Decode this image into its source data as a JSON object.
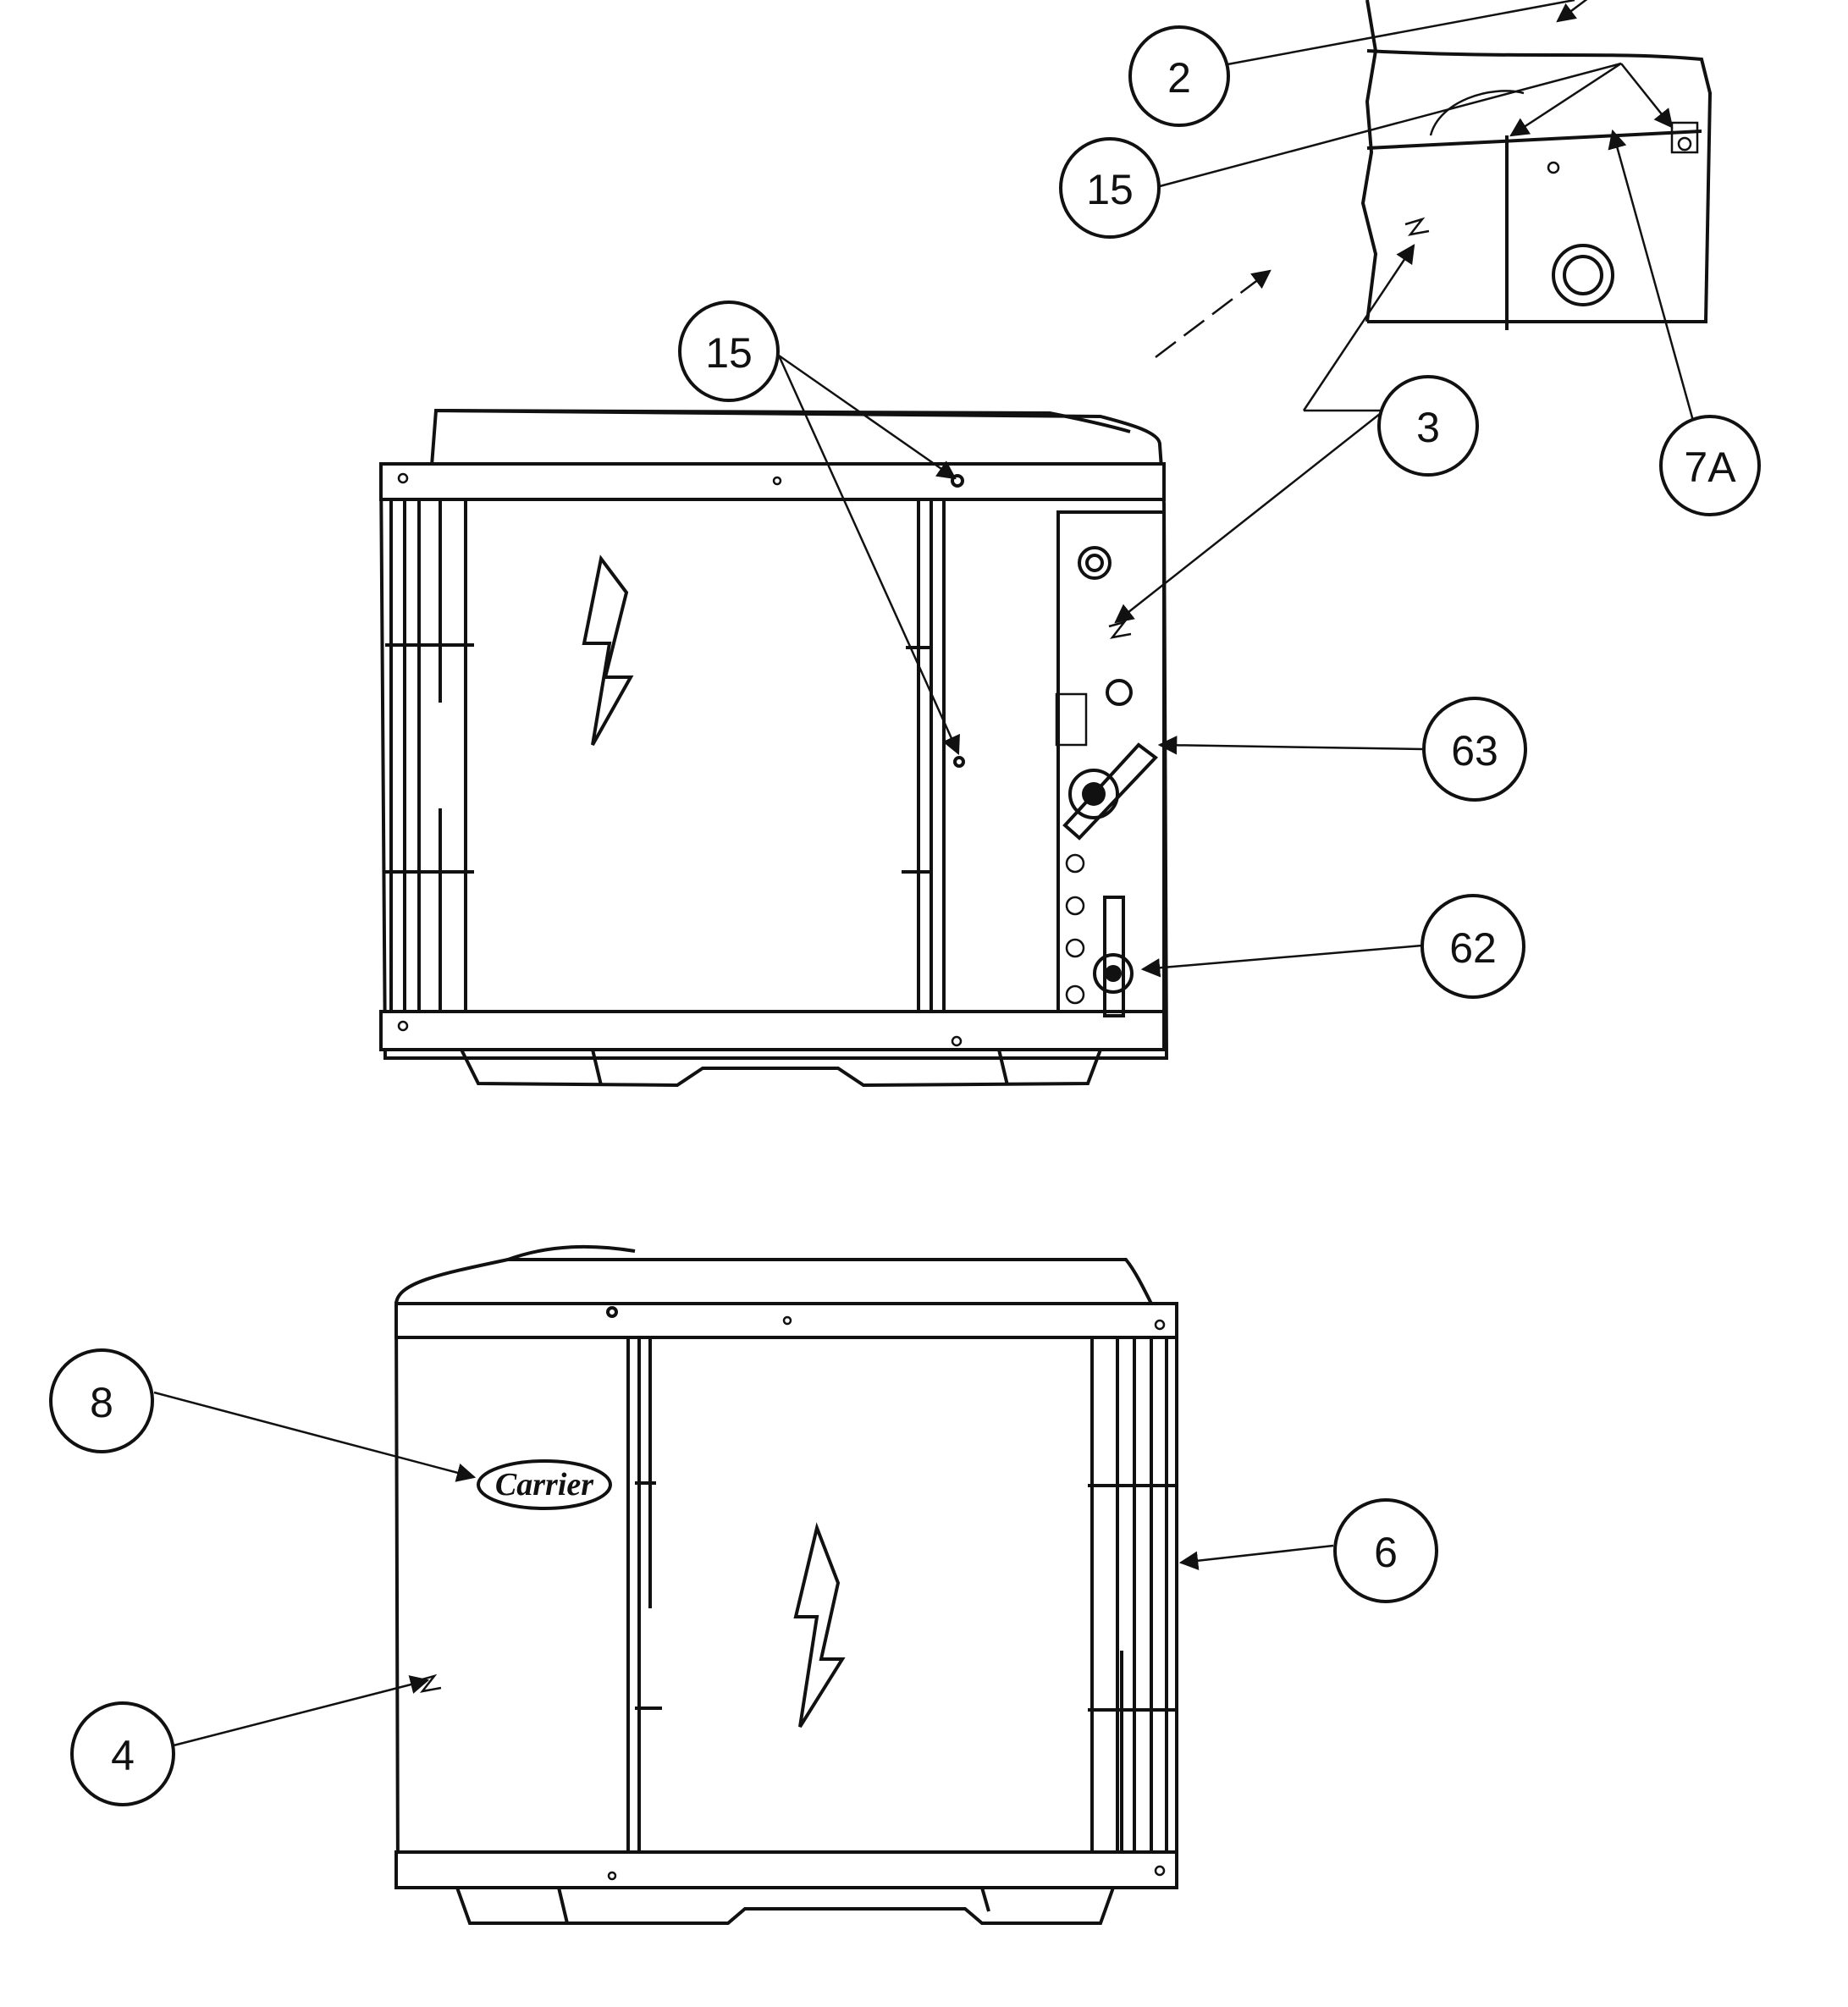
{
  "callouts": {
    "c2": "2",
    "c15_top": "15",
    "c15_mid": "15",
    "c3": "3",
    "c7a": "7A",
    "c63": "63",
    "c62": "62",
    "c8": "8",
    "c6": "6",
    "c4": "4"
  },
  "brand_logo": "Carrier"
}
